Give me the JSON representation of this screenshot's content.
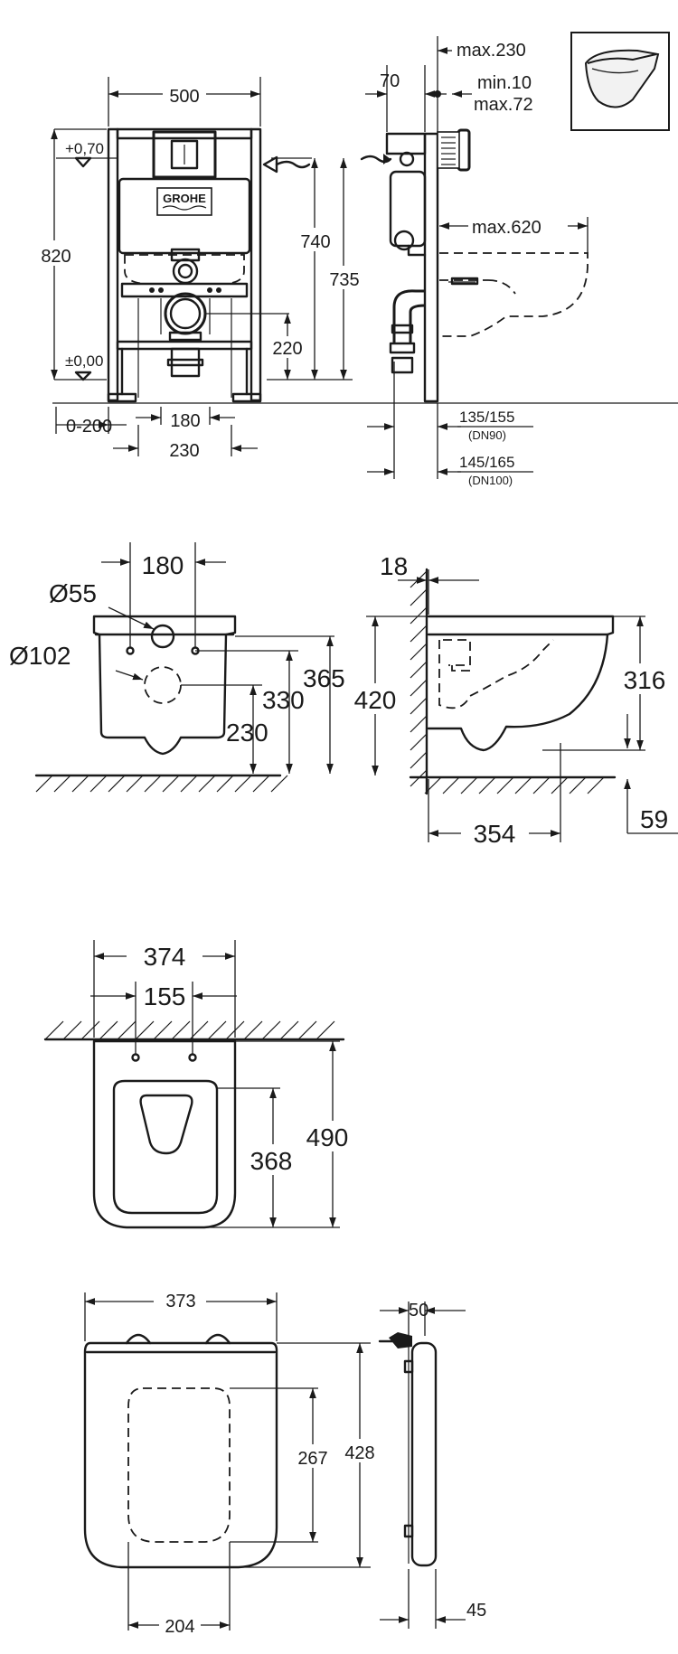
{
  "brand": "GROHE",
  "frame": {
    "width": "500",
    "elev_plus": "+0,70",
    "elev_zero": "±0,00",
    "height": "820",
    "h_740": "740",
    "h_735": "735",
    "h_220": "220",
    "offset": "0-200",
    "d180": "180",
    "d230": "230"
  },
  "side": {
    "max230": "max.230",
    "d70": "70",
    "min10": "min.10",
    "max72": "max.72",
    "max620": "max.620",
    "dn90_val": "135/155",
    "dn90": "(DN90)",
    "dn100_val": "145/165",
    "dn100": "(DN100)"
  },
  "bowl_front": {
    "w180": "180",
    "d55": "Ø55",
    "d102": "Ø102",
    "h365": "365",
    "h330": "330",
    "h230": "230"
  },
  "bowl_side": {
    "t18": "18",
    "h420": "420",
    "h316": "316",
    "d354": "354",
    "d59": "59"
  },
  "bowl_top": {
    "w374": "374",
    "w155": "155",
    "l490": "490",
    "l368": "368"
  },
  "seat": {
    "w373": "373",
    "w204": "204",
    "l428": "428",
    "l267": "267",
    "d50": "50",
    "d45": "45"
  }
}
